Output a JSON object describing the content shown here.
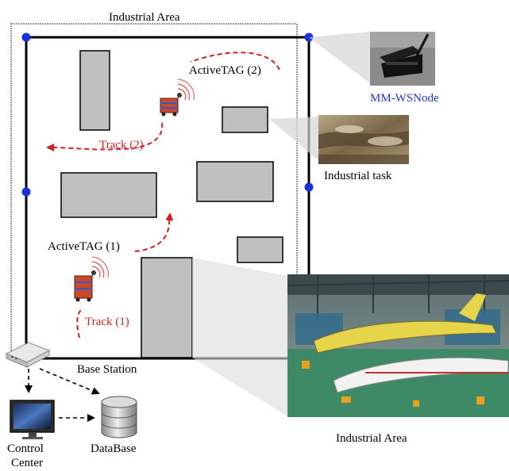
{
  "labels": {
    "industrial_area_top": "Industrial Area",
    "active_tag_2": "ActiveTAG (2)",
    "track_2": "Track (2)",
    "active_tag_1": "ActiveTAG (1)",
    "track_1": "Track (1)",
    "mm_wsnode": "MM-WSNode",
    "industrial_task": "Industrial task",
    "base_station": "Base Station",
    "control_center_line1": "Control",
    "control_center_line2": "Center",
    "database": "DataBase",
    "industrial_area_bottom": "Industrial Area"
  },
  "colors": {
    "track": "#d81e1e",
    "node": "#1a30e0",
    "mm_wsnode_text": "#1f35d6",
    "obstacle": "#c0c0c0"
  },
  "icons": [
    "active-tag-cart-icon",
    "wsnode-device-icon",
    "base-station-router-icon",
    "monitor-icon",
    "database-icon"
  ]
}
